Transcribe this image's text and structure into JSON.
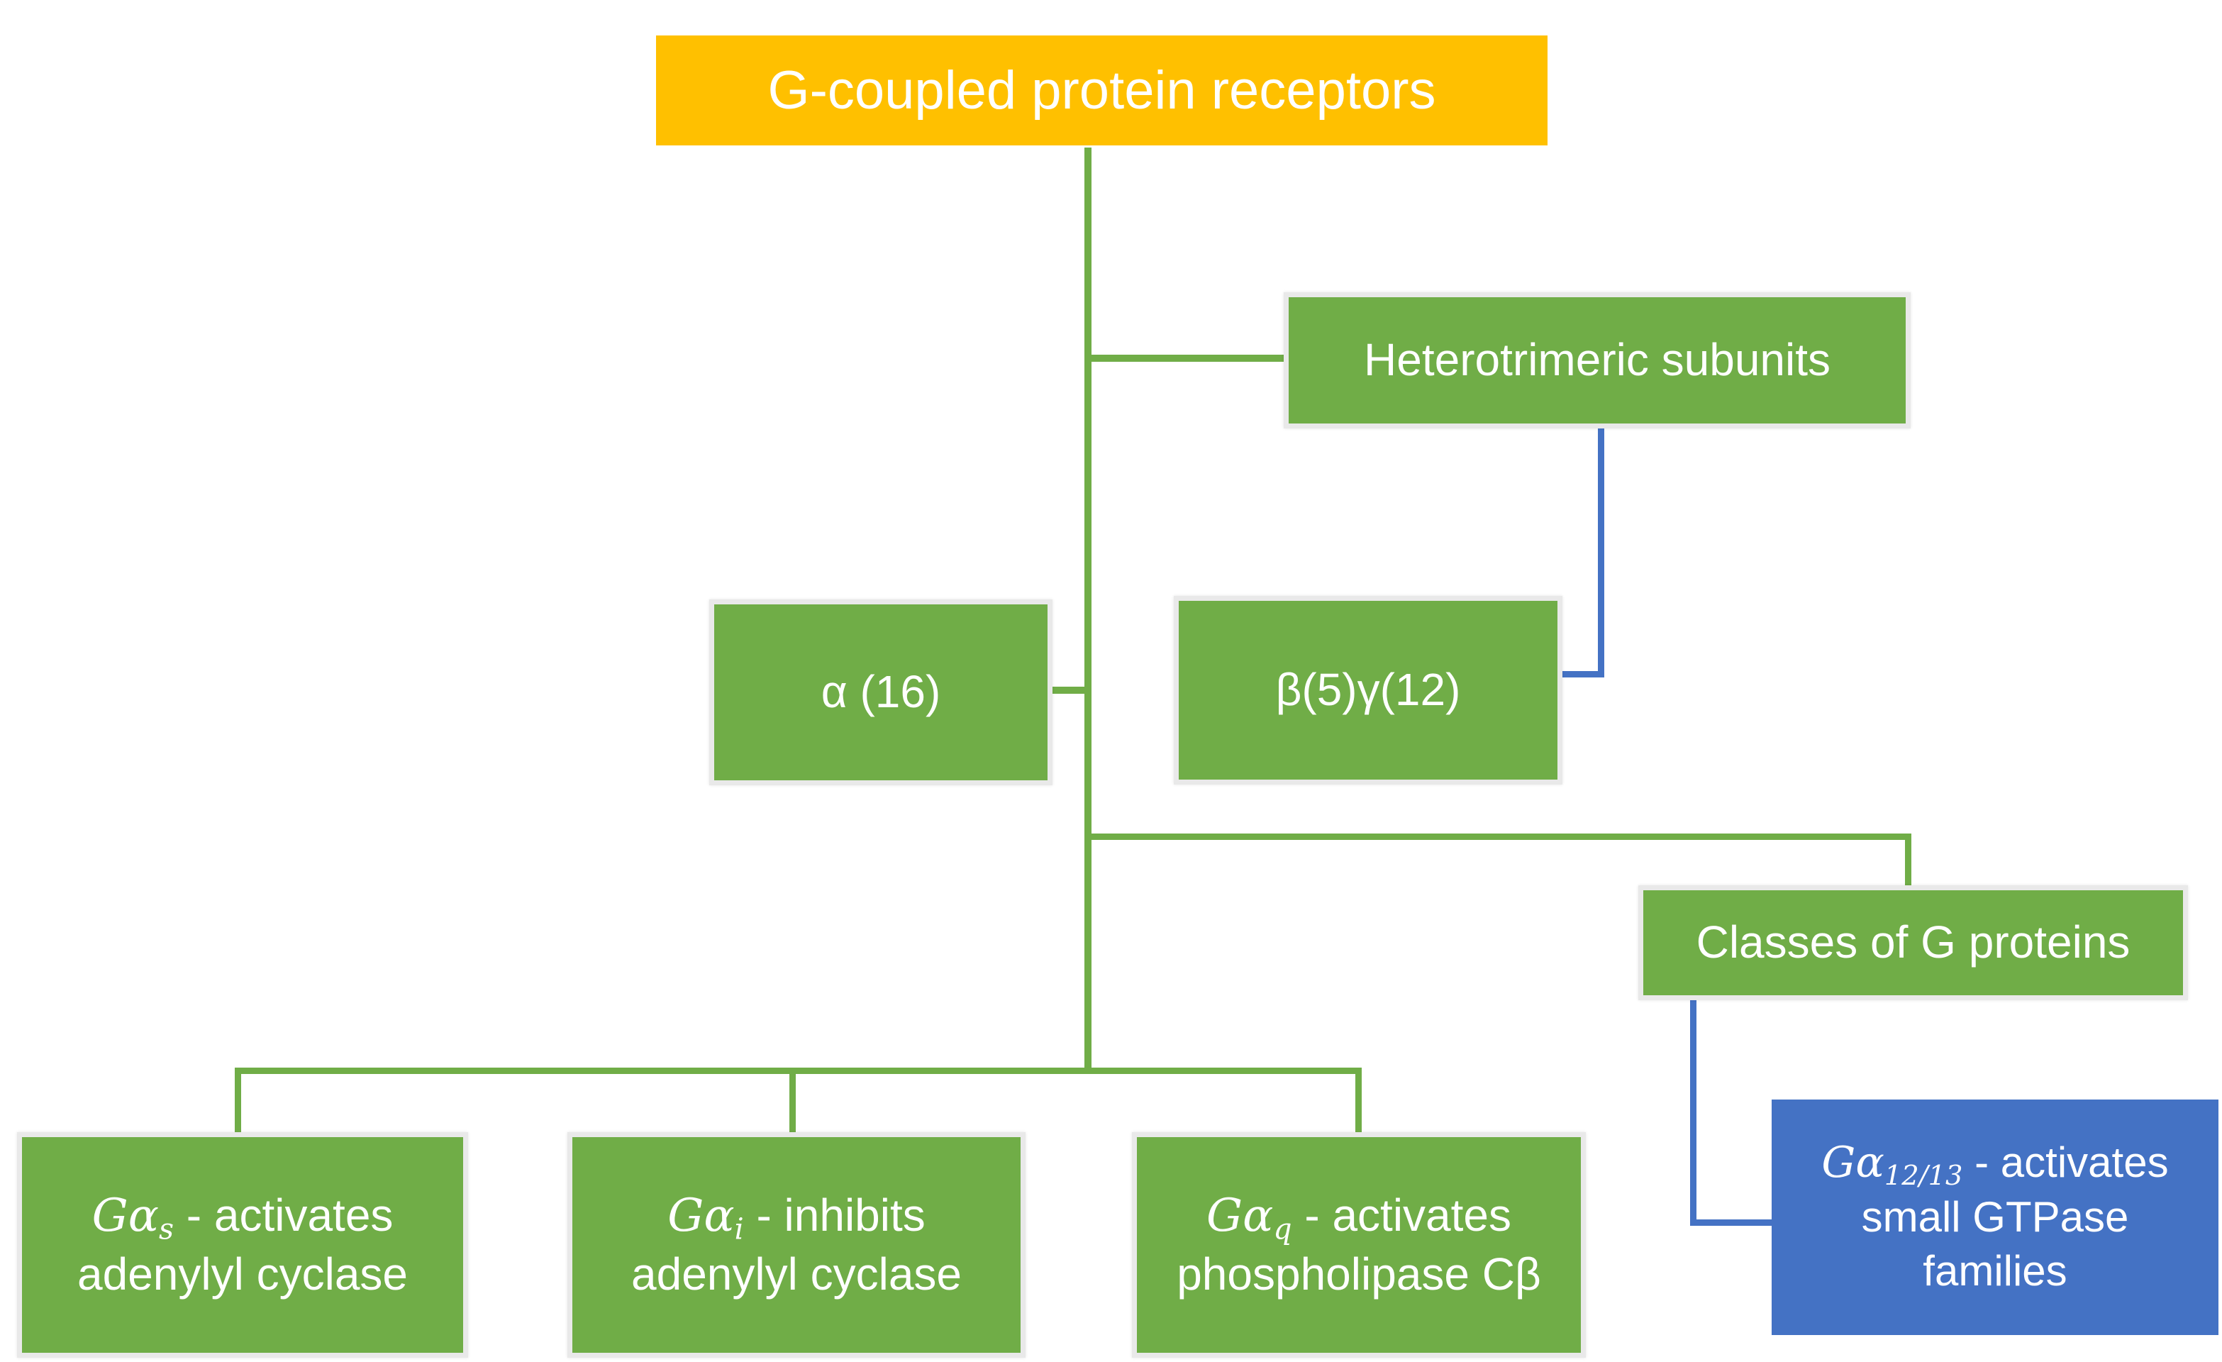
{
  "title": {
    "label": "G-coupled protein receptors"
  },
  "colors": {
    "title_bg": "#FFC000",
    "node_green": "#70AD47",
    "node_blue": "#4472C4",
    "connector_green": "#70AD47",
    "connector_blue": "#4472C4",
    "node_frame": "#e9e9e9",
    "text": "#ffffff"
  },
  "boxes": {
    "heterotrimeric": {
      "label": "Heterotrimeric subunits"
    },
    "alpha": {
      "label": "α (16)"
    },
    "beta_gamma": {
      "label": "β(5)γ(12)"
    },
    "classes": {
      "label": "Classes of G proteins"
    },
    "gas": {
      "math": "Gα",
      "sub": "s",
      "rest": " - activates",
      "line2": "adenylyl cyclase"
    },
    "gai": {
      "math": "Gα",
      "sub": "i",
      "rest": " - inhibits",
      "line2": "adenylyl cyclase"
    },
    "gaq": {
      "math": "Gα",
      "sub": "q",
      "rest": " - activates",
      "line2": "phospholipase Cβ"
    },
    "ga1213": {
      "math": "Gα",
      "sub": "12/13",
      "rest": " - activates",
      "line2": "small GTPase",
      "line3": "families"
    }
  }
}
